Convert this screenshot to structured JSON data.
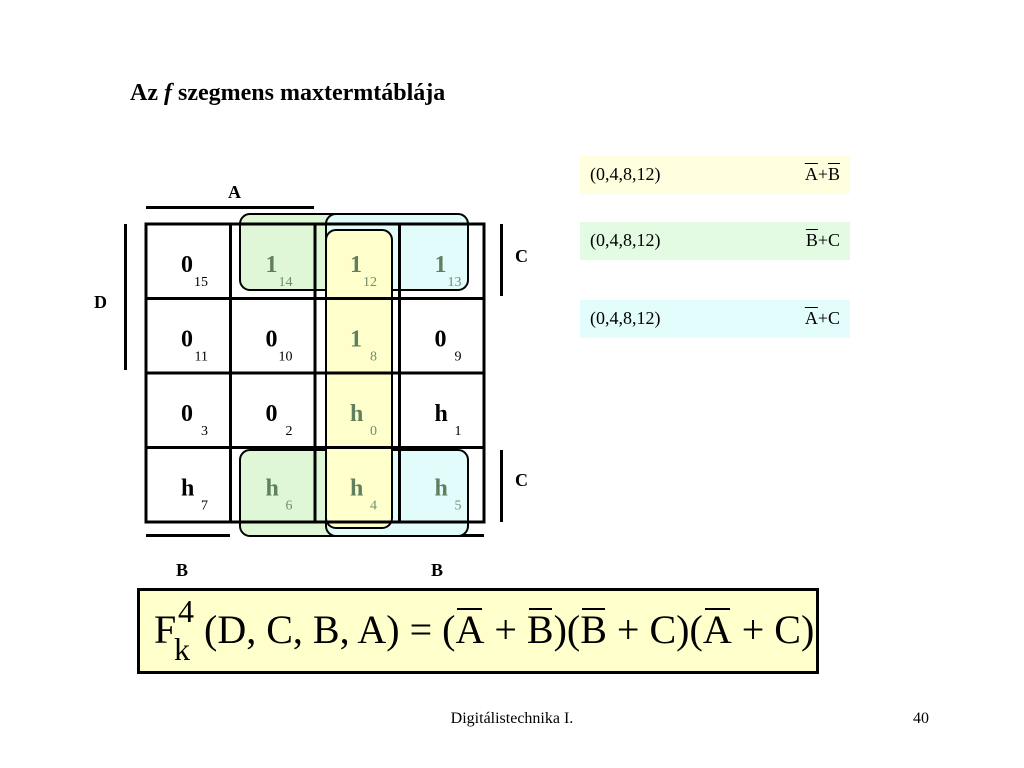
{
  "title": {
    "prefix": "Az ",
    "var": "f",
    "suffix": " szegmens maxtermtáblája"
  },
  "labels": {
    "A": "A",
    "B1": "B",
    "B2": "B",
    "C1": "C",
    "C2": "C",
    "D": "D"
  },
  "kmap": {
    "rows": [
      [
        {
          "v": "0",
          "i": "15"
        },
        {
          "v": "1",
          "i": "14"
        },
        {
          "v": "1",
          "i": "12"
        },
        {
          "v": "1",
          "i": "13"
        }
      ],
      [
        {
          "v": "0",
          "i": "11"
        },
        {
          "v": "0",
          "i": "10"
        },
        {
          "v": "1",
          "i": "8"
        },
        {
          "v": "0",
          "i": "9"
        }
      ],
      [
        {
          "v": "0",
          "i": "3"
        },
        {
          "v": "0",
          "i": "2"
        },
        {
          "v": "h",
          "i": "0"
        },
        {
          "v": "h",
          "i": "1"
        }
      ],
      [
        {
          "v": "h",
          "i": "7"
        },
        {
          "v": "h",
          "i": "6"
        },
        {
          "v": "h",
          "i": "4"
        },
        {
          "v": "h",
          "i": "5"
        }
      ]
    ]
  },
  "colors": {
    "yellow": "#ffffcc",
    "green": "#dff7d6",
    "cyan": "#e2fcfc",
    "dim": "#5f7f5f"
  },
  "legend": [
    {
      "group": "(0,4,8,12)",
      "term_a": "A",
      "term_op": "+",
      "term_b": "B",
      "bar_a": true,
      "bar_b": true,
      "bg": "#ffffe0"
    },
    {
      "group": "(0,4,8,12)",
      "term_a": "B",
      "term_op": "+",
      "term_b": "C",
      "bar_a": true,
      "bar_b": false,
      "bg": "#e3fbe3"
    },
    {
      "group": "(0,4,8,12)",
      "term_a": "A",
      "term_op": "+",
      "term_b": "C",
      "bar_a": true,
      "bar_b": false,
      "bg": "#e3fdfd"
    }
  ],
  "formula": {
    "F": "F",
    "sup": "4",
    "sub": "k",
    "args": "(D, C, B, A) = (",
    "t1a": "A",
    "p1": " + ",
    "t1b": "B",
    "mid1": ")(",
    "t2a": "B",
    "p2": " + ",
    "t2b": "C",
    "mid2": ")(",
    "t3a": "A",
    "p3": " + ",
    "t3b": "C",
    "end": ")"
  },
  "footer": {
    "text": "Digitálistechnika I.",
    "page": "40"
  }
}
